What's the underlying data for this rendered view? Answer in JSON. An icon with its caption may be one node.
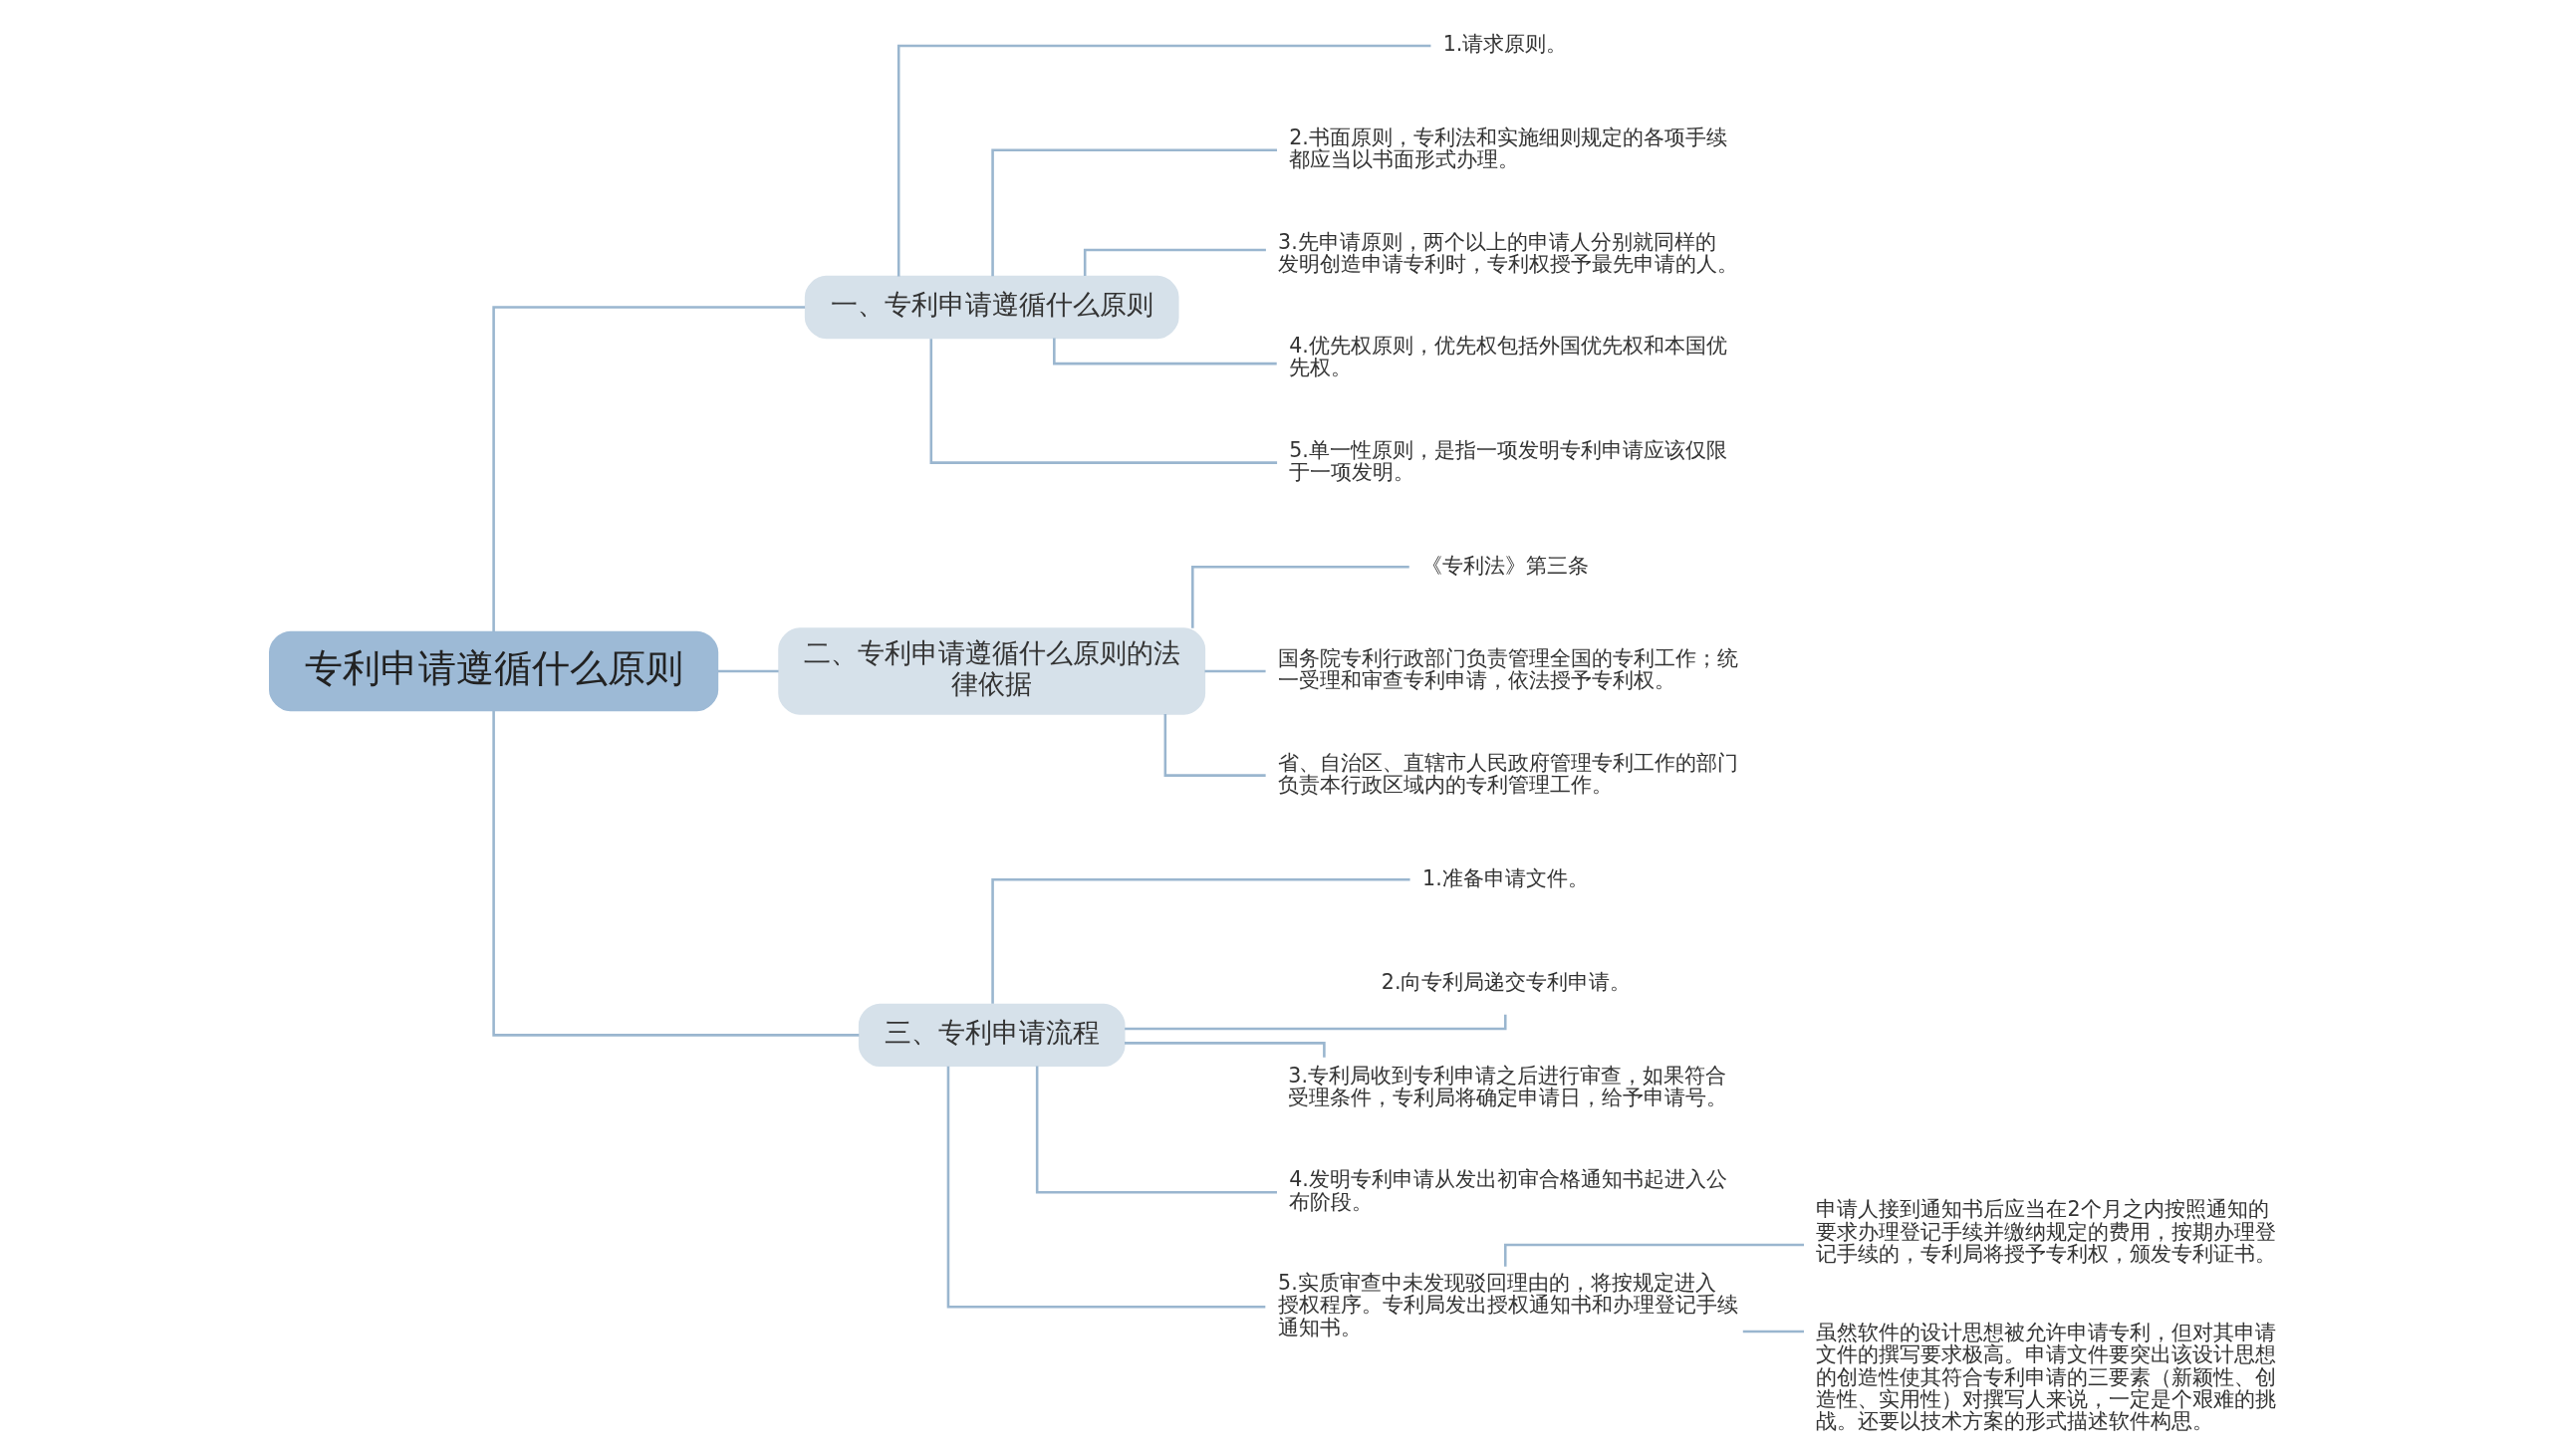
{
  "diagram": {
    "nodes": [
      {
        "text": [
          "专利申请遵循什么原则"
        ]
      },
      {
        "text": [
          "一、专利申请遵循什么原则"
        ]
      },
      {
        "text": [
          "1.请求原则。"
        ]
      },
      {
        "text": [
          "2.书面原则，专利法和实施细则规定的各项手续都应当以书面形式办理。"
        ]
      },
      {
        "text": [
          "3.先申请原则，两个以上的申请人分别就同样的发明创造申请专利时，专利权授予最先申请的人。"
        ]
      },
      {
        "text": [
          "4.优先权原则，优先权包括外国优先权和本国优先权。"
        ]
      },
      {
        "text": [
          "5.单一性原则，是指一项发明专利申请应该仅限于一项发明。"
        ]
      },
      {
        "text": [
          "二、专利申请遵循什么原则的法律依据"
        ]
      },
      {
        "text": [
          "《专利法》第三条"
        ]
      },
      {
        "text": [
          "国务院专利行政部门负责管理全国的专利工作；统一受理和审查专利申请，依法授予专利权。"
        ]
      },
      {
        "text": [
          "省、自治区、直辖市人民政府管理专利工作的部门负责本行政区域内的专利管理工作。"
        ]
      },
      {
        "text": [
          "三、专利申请流程"
        ]
      },
      {
        "text": [
          "1.准备申请文件。"
        ]
      },
      {
        "text": [
          "2.向专利局递交专利申请。"
        ]
      },
      {
        "text": [
          "3.专利局收到专利申请之后进行审查，如果符合受理条件，专利局将确定申请日，给予申请号。"
        ]
      },
      {
        "text": [
          "4.发明专利申请从发出初审合格通知书起进入公布阶段。"
        ]
      },
      {
        "text": [
          "5.实质审查中未发现驳回理由的，将按规定进入授权程序。专利局发出授权通知书和办理登记手续通知书。"
        ]
      },
      {
        "text": [
          "申请人接到通知书后应当在2个月之内按照通知的要求办理登记手续并缴纳规定的费用，按期办理登记手续的，专利局将授予专利权，颁发专利证书。"
        ]
      },
      {
        "text": [
          "虽然软件的设计思想被允许申请专利，但对其申请文件的撰写要求极高。申请文件要突出该设计思想的创造性使其符合专利申请的三要素（新颖性、创造性、实用性）对撰写人来说，一定是个艰难的挑战。还要以技术方案的形式描述软件构思。"
        ]
      }
    ],
    "edges": [
      {
        "from": 0,
        "to": 1,
        "arrow": "none"
      },
      {
        "from": 1,
        "to": 2,
        "arrow": "none"
      },
      {
        "from": 1,
        "to": 3,
        "arrow": "none"
      },
      {
        "from": 1,
        "to": 4,
        "arrow": "none"
      },
      {
        "from": 1,
        "to": 5,
        "arrow": "none"
      },
      {
        "from": 1,
        "to": 6,
        "arrow": "none"
      },
      {
        "from": 0,
        "to": 7,
        "arrow": "none"
      },
      {
        "from": 7,
        "to": 8,
        "arrow": "none"
      },
      {
        "from": 7,
        "to": 9,
        "arrow": "none"
      },
      {
        "from": 7,
        "to": 10,
        "arrow": "none"
      },
      {
        "from": 0,
        "to": 11,
        "arrow": "none"
      },
      {
        "from": 11,
        "to": 12,
        "arrow": "none"
      },
      {
        "from": 11,
        "to": 13,
        "arrow": "none"
      },
      {
        "from": 11,
        "to": 14,
        "arrow": "none"
      },
      {
        "from": 11,
        "to": 15,
        "arrow": "none"
      },
      {
        "from": 11,
        "to": 16,
        "arrow": "none"
      },
      {
        "from": 16,
        "to": 17,
        "arrow": "none"
      },
      {
        "from": 16,
        "to": 18,
        "arrow": "none"
      }
    ]
  }
}
